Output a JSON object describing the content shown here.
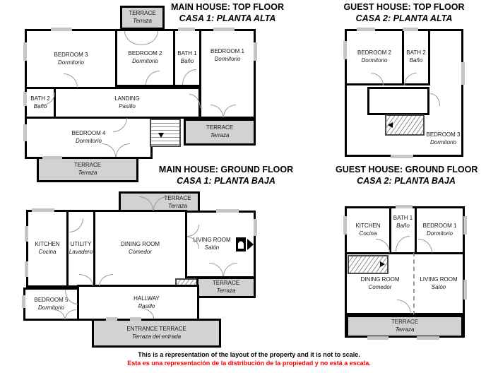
{
  "plans": {
    "main_top": {
      "title": "MAIN HOUSE: TOP FLOOR",
      "subtitle": "CASA 1: PLANTA ALTA",
      "rooms": {
        "terrace_top": {
          "en": "TERRACE",
          "es": "Terraza"
        },
        "bedroom3": {
          "en": "BEDROOM 3",
          "es": "Dormitorio"
        },
        "bedroom2": {
          "en": "BEDROOM 2",
          "es": "Dormitorio"
        },
        "bath1": {
          "en": "BATH 1",
          "es": "Baño"
        },
        "bedroom1": {
          "en": "BEDROOM 1",
          "es": "Dormitorio"
        },
        "bath2": {
          "en": "BATH 2",
          "es": "Baño"
        },
        "landing": {
          "en": "LANDING",
          "es": "Pasillo"
        },
        "bedroom4": {
          "en": "BEDROOM 4",
          "es": "Dormitorio"
        },
        "terrace_right": {
          "en": "TERRACE",
          "es": "Terraza"
        },
        "terrace_bottom": {
          "en": "TERRACE",
          "es": "Terraza"
        }
      }
    },
    "guest_top": {
      "title": "GUEST HOUSE: TOP FLOOR",
      "subtitle": "CASA 2: PLANTA ALTA",
      "rooms": {
        "bedroom2": {
          "en": "BEDROOM 2",
          "es": "Dormitorio"
        },
        "bath2": {
          "en": "BATH 2",
          "es": "Baño"
        },
        "bedroom3": {
          "en": "BEDROOM 3",
          "es": "Dormitorio"
        }
      }
    },
    "main_ground": {
      "title": "MAIN HOUSE: GROUND FLOOR",
      "subtitle": "CASA 1: PLANTA BAJA",
      "rooms": {
        "terrace_top": {
          "en": "TERRACE",
          "es": "Terraza"
        },
        "kitchen": {
          "en": "KITCHEN",
          "es": "Cocina"
        },
        "utility": {
          "en": "UTILITY",
          "es": "Lavadero"
        },
        "dining": {
          "en": "DINING ROOM",
          "es": "Comedor"
        },
        "living": {
          "en": "LIVING ROOM",
          "es": "Salón"
        },
        "terrace_right": {
          "en": "TERRACE",
          "es": "Terraza"
        },
        "bedroom5": {
          "en": "BEDROOM 5",
          "es": "Dormitorio"
        },
        "hallway": {
          "en": "HALLWAY",
          "es": "Pasillo"
        },
        "entrance_terrace": {
          "en": "ENTRANCE TERRACE",
          "es": "Terraza del entrada"
        }
      }
    },
    "guest_ground": {
      "title": "GUEST HOUSE: GROUND FLOOR",
      "subtitle": "CASA 2: PLANTA BAJA",
      "rooms": {
        "kitchen": {
          "en": "KITCHEN",
          "es": "Cocina"
        },
        "bath1": {
          "en": "BATH 1",
          "es": "Baño"
        },
        "bedroom1": {
          "en": "BEDROOM 1",
          "es": "Dormitorio"
        },
        "dining": {
          "en": "DINING ROOM",
          "es": "Comedor"
        },
        "living": {
          "en": "LIVING ROOM",
          "es": "Salón"
        },
        "terrace": {
          "en": "TERRACE",
          "es": "Terraza"
        }
      }
    }
  },
  "disclaimer": {
    "en": "This is a representation of the layout of the property and it is not to scale.",
    "es": "Esta es una representación de la distribución de la propiedad y no está a escala."
  },
  "colors": {
    "wall": "#000000",
    "terrace_fill": "#d2d2d2",
    "window": "#c6c6c6",
    "door_arc": "#9a9a9a",
    "disclaimer_es": "#ff0000"
  }
}
